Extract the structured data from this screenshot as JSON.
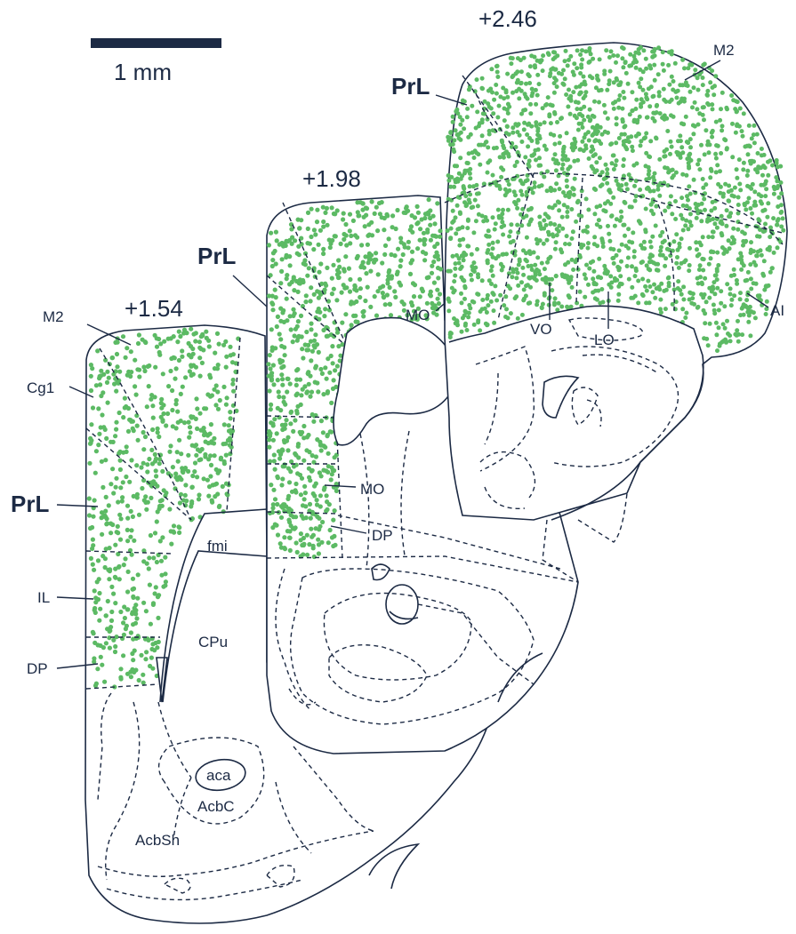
{
  "scale_bar": {
    "label": "1 mm"
  },
  "sections": [
    {
      "coordinate": "+1.54",
      "labels": {
        "m2": "M2",
        "cg1": "Cg1",
        "prl": "PrL",
        "il": "IL",
        "dp": "DP",
        "fmi": "fmi",
        "cpu": "CPu",
        "aca": "aca",
        "acbc": "AcbC",
        "acbsh": "AcbSh"
      }
    },
    {
      "coordinate": "+1.98",
      "labels": {
        "prl": "PrL",
        "mo_upper": "MO",
        "mo_lower": "MO",
        "dp": "DP"
      }
    },
    {
      "coordinate": "+2.46",
      "labels": {
        "prl": "PrL",
        "m2": "M2",
        "ai": "AI",
        "vo": "VO",
        "lo": "LO"
      }
    }
  ],
  "colors": {
    "label_dots": "#5cba64",
    "outline": "#1c2a44"
  }
}
